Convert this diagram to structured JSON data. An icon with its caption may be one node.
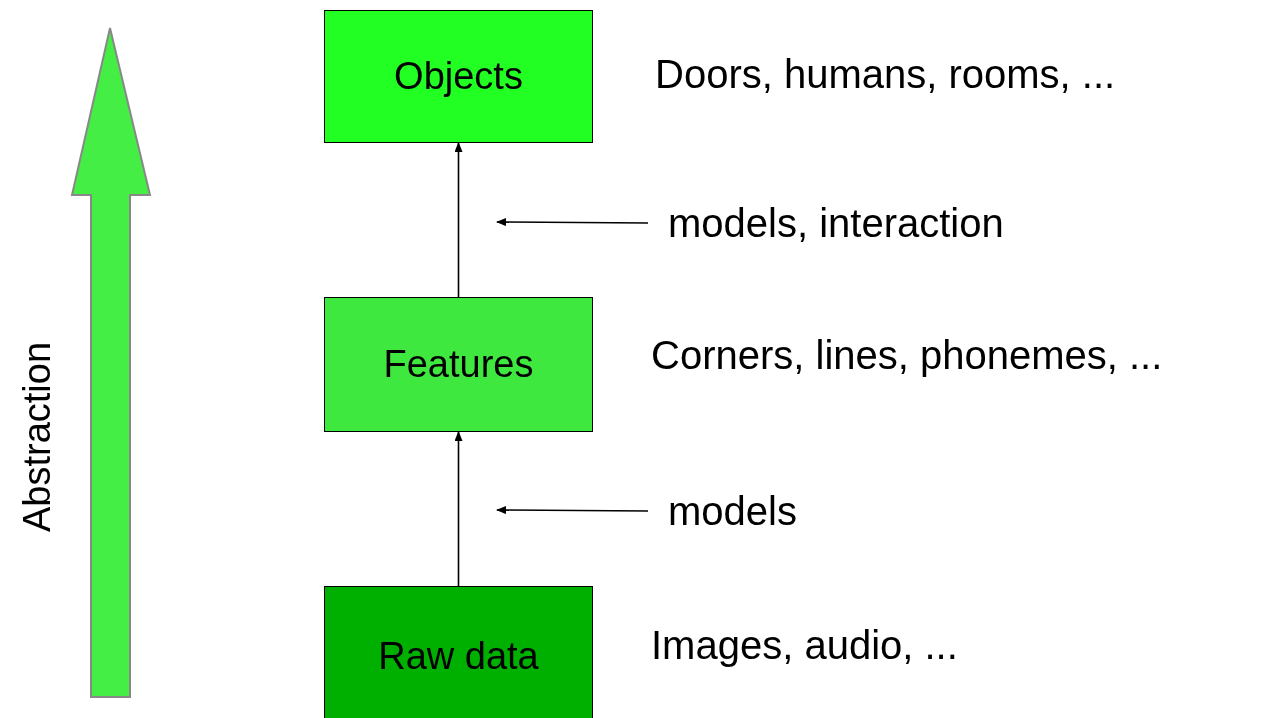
{
  "diagram": {
    "nodes": [
      {
        "text": [
          "Objects"
        ],
        "beside": [
          "Doors, humans, rooms, ..."
        ]
      },
      {
        "text": [
          "Features"
        ],
        "beside": [
          "Corners, lines, phonemes, ..."
        ]
      },
      {
        "text": [
          "Raw data"
        ],
        "beside": [
          "Images, audio, ..."
        ]
      },
      {
        "text": [
          "models, interaction"
        ]
      },
      {
        "text": [
          "models"
        ]
      }
    ],
    "edges": [
      {
        "from": 2,
        "to": 1,
        "arrow": "to"
      },
      {
        "from": 1,
        "to": 0,
        "arrow": "to"
      },
      {
        "from": 3,
        "to": null,
        "arrow": "to"
      },
      {
        "from": 4,
        "to": null,
        "arrow": "to"
      }
    ],
    "labels": [
      "Abstraction"
    ]
  }
}
